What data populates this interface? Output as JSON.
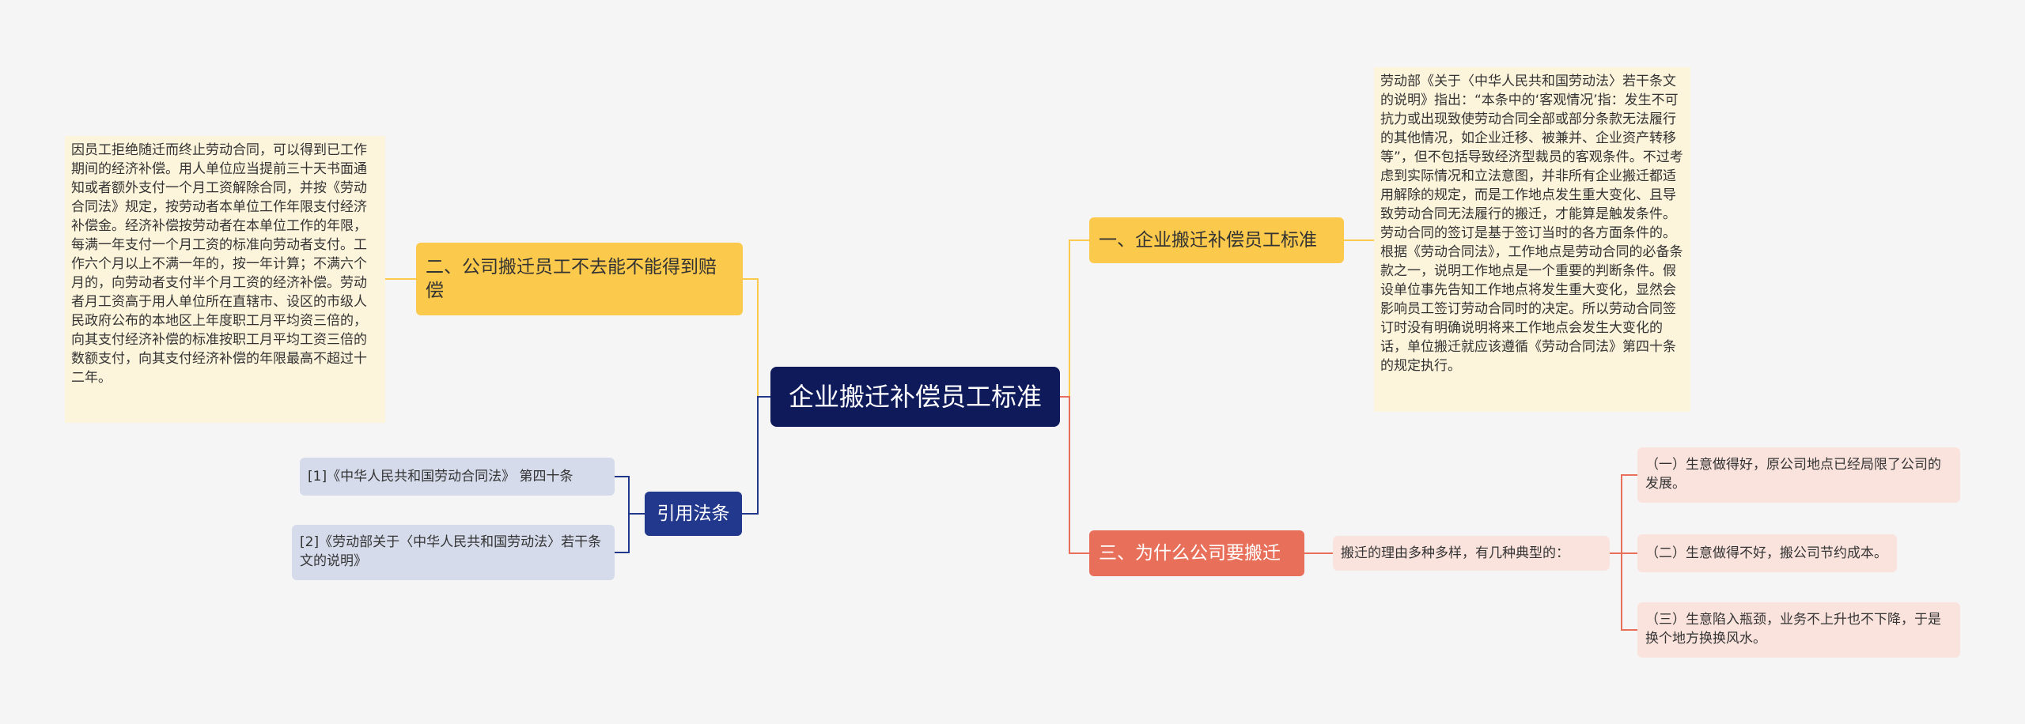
{
  "root": {
    "title": "企业搬迁补偿员工标准"
  },
  "branches": {
    "b1": {
      "label": "一、企业搬迁补偿员工标准"
    },
    "b2": {
      "label": "二、公司搬迁员工不去能不能得到赔偿"
    },
    "b3": {
      "label": "三、为什么公司要搬迁"
    },
    "b4": {
      "label": "引用法条"
    }
  },
  "notes": {
    "n1": "劳动部《关于〈中华人民共和国劳动法〉若干条文的说明》指出：“本条中的‘客观情况’指：发生不可抗力或出现致使劳动合同全部或部分条款无法履行的其他情况，如企业迁移、被兼并、企业资产转移等”，但不包括导致经济型裁员的客观条件。不过考虑到实际情况和立法意图，并非所有企业搬迁都适用解除的规定，而是工作地点发生重大变化、且导致劳动合同无法履行的搬迁，才能算是触发条件。劳动合同的签订是基于签订当时的各方面条件的。根据《劳动合同法》，工作地点是劳动合同的必备条款之一，说明工作地点是一个重要的判断条件。假设单位事先告知工作地点将发生重大变化，显然会影响员工签订劳动合同时的决定。所以劳动合同签订时没有明确说明将来工作地点会发生大变化的话，单位搬迁就应该遵循《劳动合同法》第四十条的规定执行。",
    "n2": "因员工拒绝随迁而终止劳动合同，可以得到已工作期间的经济补偿。用人单位应当提前三十天书面通知或者额外支付一个月工资解除合同，并按《劳动合同法》规定，按劳动者本单位工作年限支付经济补偿金。经济补偿按劳动者在本单位工作的年限，每满一年支付一个月工资的标准向劳动者支付。工作六个月以上不满一年的，按一年计算；不满六个月的，向劳动者支付半个月工资的经济补偿。劳动者月工资高于用人单位所在直辖市、设区的市级人民政府公布的本地区上年度职工月平均资三倍的，向其支付经济补偿的标准按职工月平均工资三倍的数额支付，向其支付经济补偿的年限最高不超过十二年。"
  },
  "reasons": {
    "intro": "搬迁的理由多种多样，有几种典型的：",
    "items": [
      "（一）生意做得好，原公司地点已经局限了公司的发展。",
      "（二）生意做得不好，搬公司节约成本。",
      "（三）生意陷入瓶颈，业务不上升也不下降，于是换个地方换换风水。"
    ]
  },
  "citations": [
    "[1]《中华人民共和国劳动合同法》 第四十条",
    "[2]《劳动部关于〈中华人民共和国劳动法〉若干条文的说明》"
  ],
  "colors": {
    "root": "#0e1a5a",
    "branch_yellow": "#fbc94b",
    "branch_red": "#e8705a",
    "branch_blue": "#22388c",
    "note_bg": "#fdf4dc",
    "reason_bg": "#fbe3dd",
    "citation_bg": "#d6dbec"
  }
}
